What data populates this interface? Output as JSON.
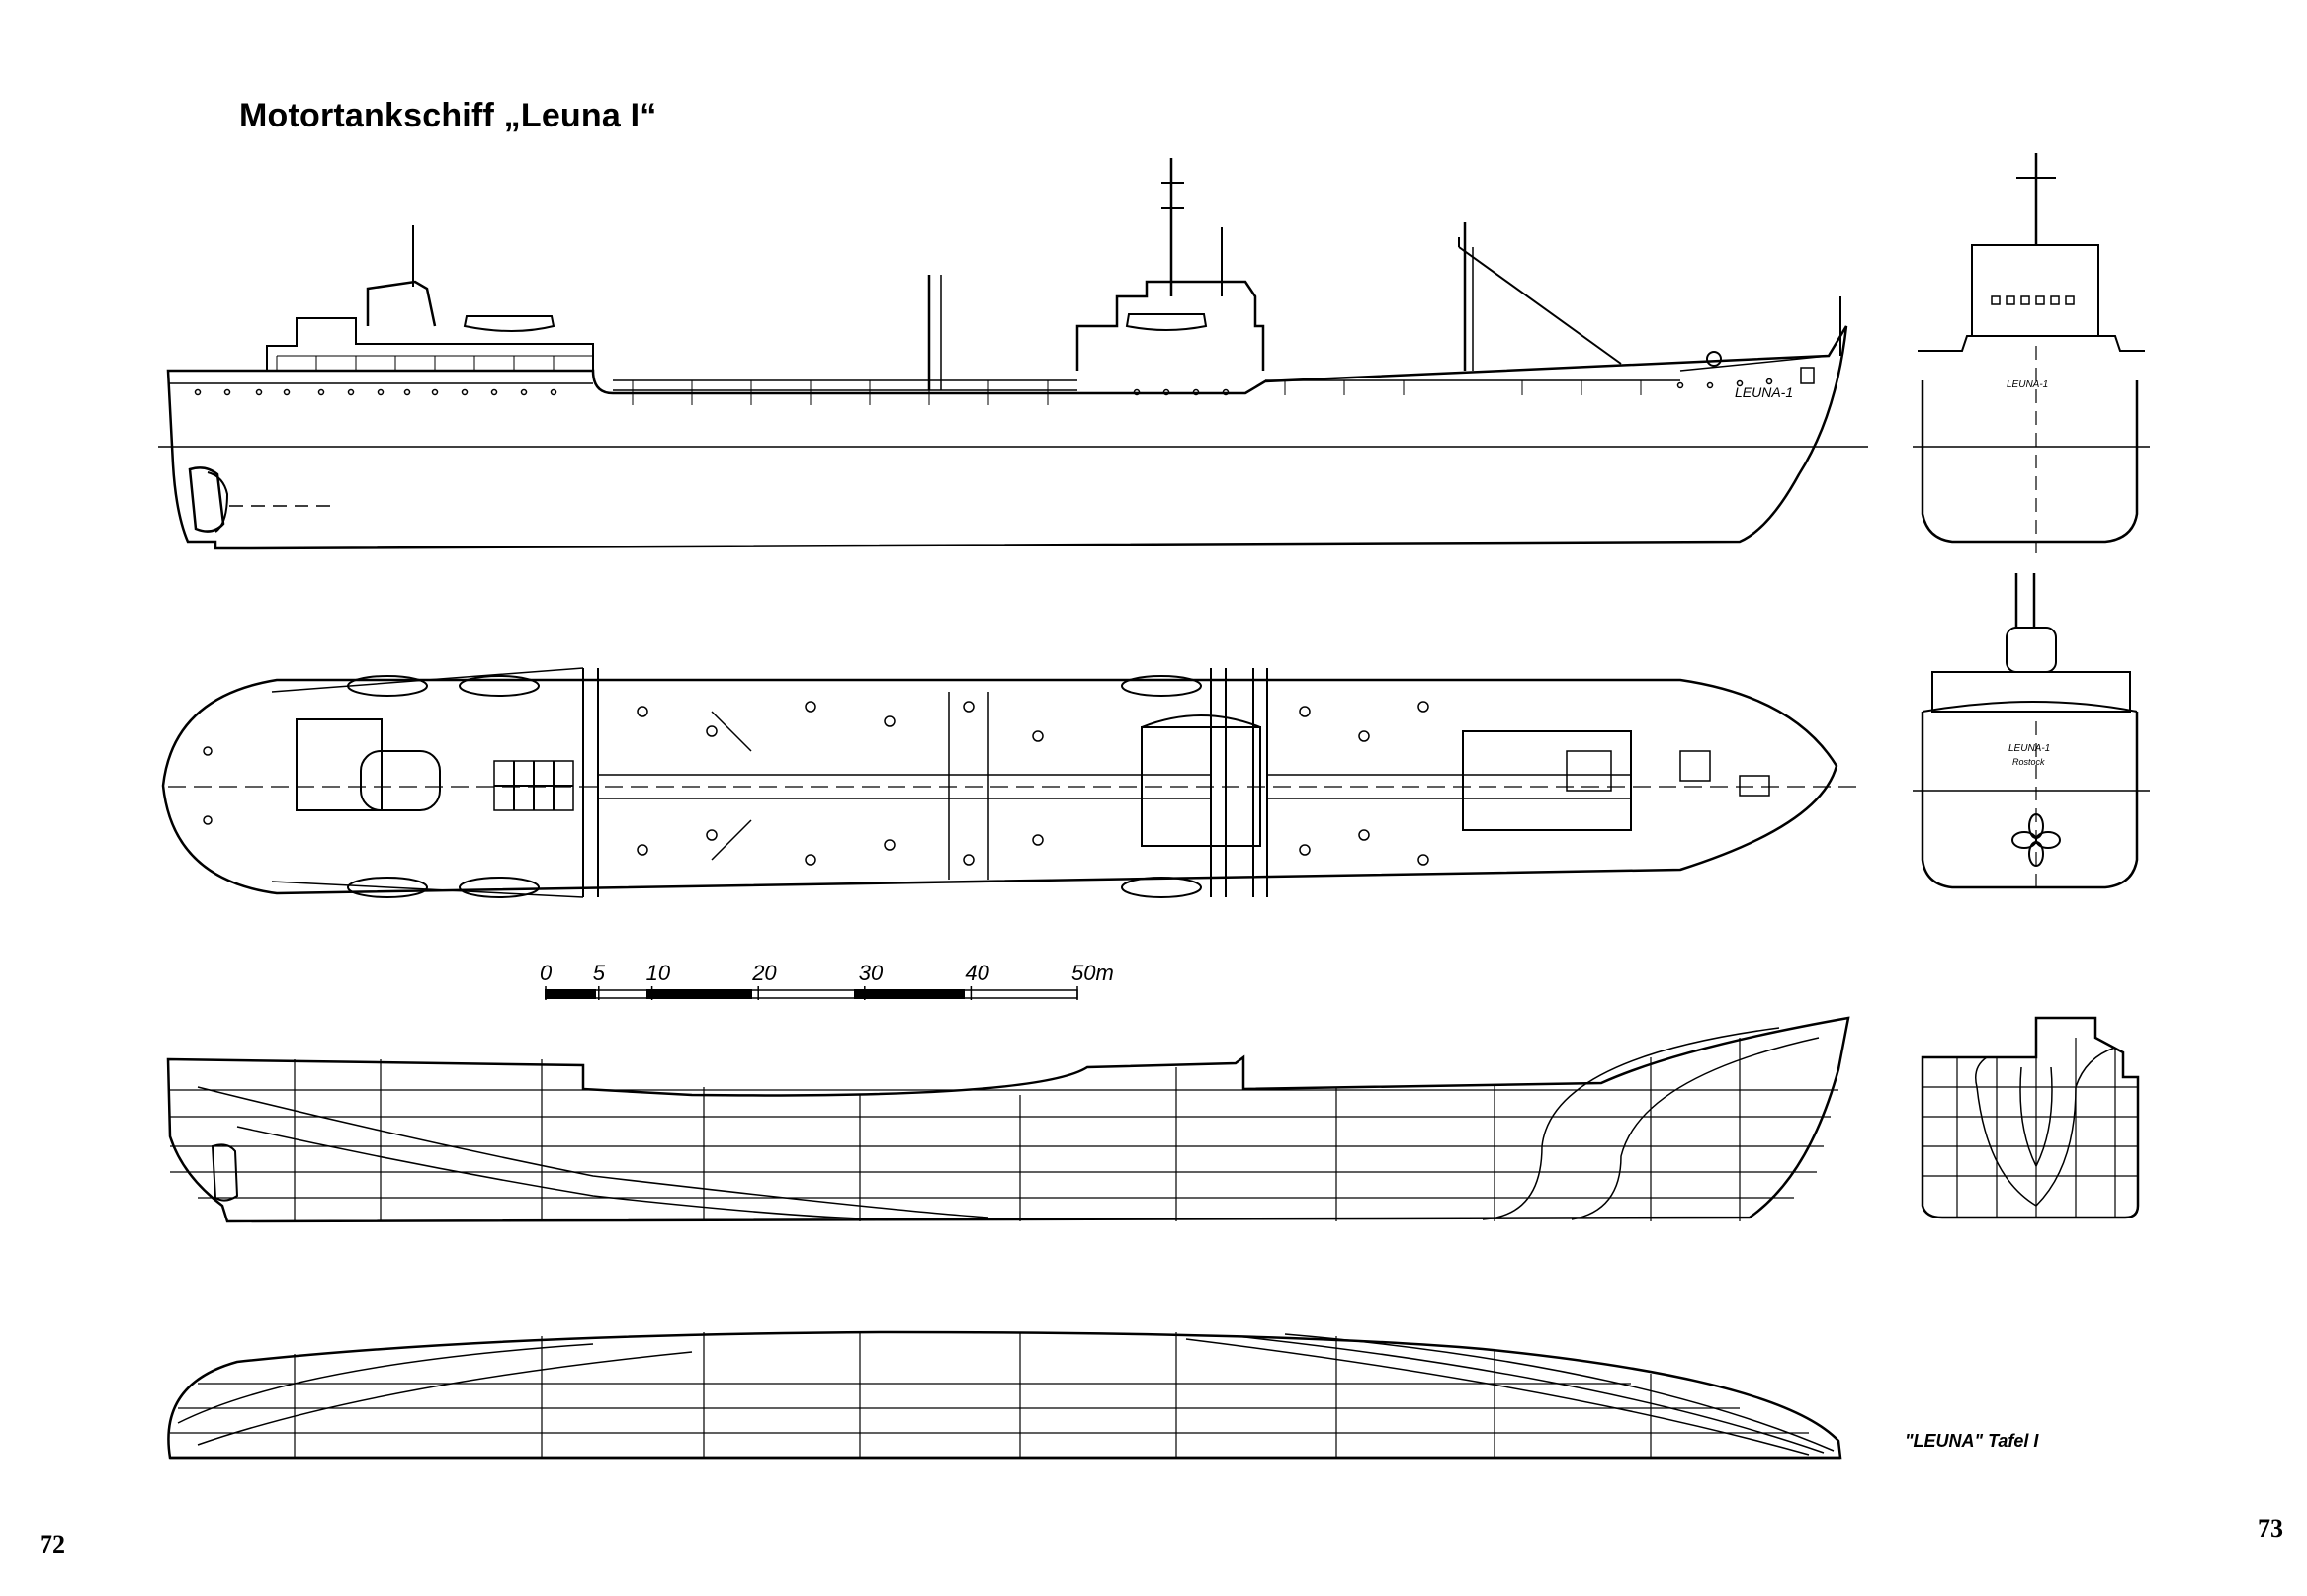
{
  "title": "Motortankschiff „Leuna I“",
  "page_numbers": {
    "left": "72",
    "right": "73"
  },
  "caption": "\"LEUNA\" Tafel I",
  "hull_markings": {
    "side_name": "LEUNA-1",
    "bow_name": "LEUNA-1",
    "stern_name": "LEUNA-1",
    "stern_port": "Rostock"
  },
  "scale_bar": {
    "labels": [
      "0",
      "5",
      "10",
      "20",
      "30",
      "40",
      "50m"
    ],
    "values": [
      0,
      5,
      10,
      20,
      30,
      40,
      50
    ]
  }
}
